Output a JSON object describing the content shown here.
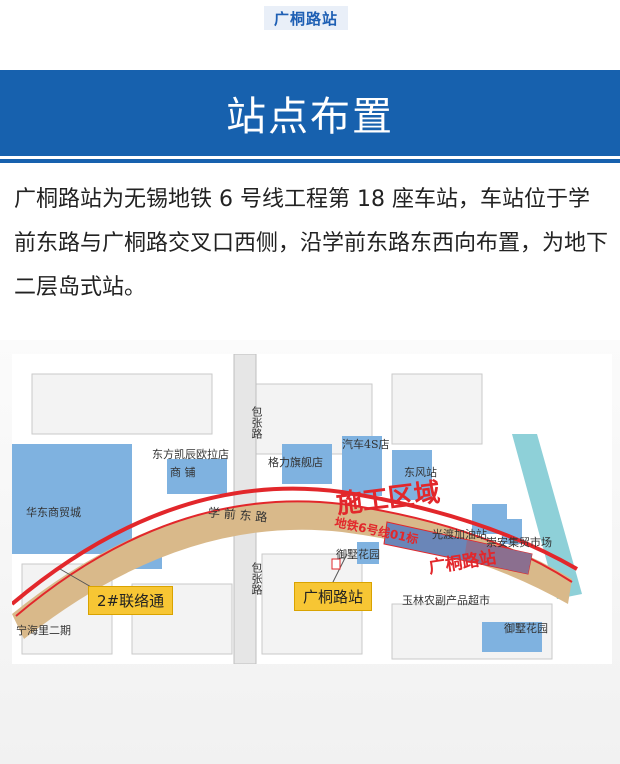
{
  "header": {
    "tag": "广桐路站"
  },
  "banner": {
    "title": "站点布置"
  },
  "intro": {
    "text": "广桐路站为无锡地铁 6 号线工程第 18 座车站，车站位于学前东路与广桐路交叉口西侧，沿学前东路东西向布置，为地下二层岛式站。"
  },
  "map": {
    "roads": {
      "east_west": "学 前 东 路",
      "north_south_top": "包张路",
      "north_south_bottom": "包张路"
    },
    "places": {
      "dongfang": "东方凯辰欧拉店",
      "shangpu": "商  铺",
      "gelifang": "格力旗舰店",
      "qiche4s": "汽车4S店",
      "dongfengzhan": "东风站",
      "huadong": "华东商贸城",
      "yushu": "御墅花园",
      "guangdu": "光渡加油站",
      "chongan": "崇安集贸市场",
      "yulin": "玉林农副产品超市",
      "yushu2": "御墅花园",
      "ninghai": "宁海里二期"
    },
    "callouts": {
      "lianluotong": "2#联络通",
      "station": "广桐路站"
    },
    "construction": {
      "area": "施工区域",
      "section": "地铁6号线01标",
      "station_red": "广桐路站"
    },
    "colors": {
      "road": "#d9b98a",
      "building": "#7fb2e0",
      "rail": "#e2272b",
      "station_block": "#8b6f8f"
    }
  }
}
